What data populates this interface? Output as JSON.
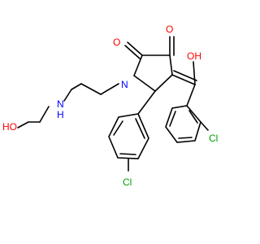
{
  "structure": {
    "atom_labels": {
      "carbonyl_o_top": "O",
      "carbonyl_o_left": "O",
      "hydroxyl_enol": "OH",
      "ring_nitrogen": "N",
      "amine_nh": "N",
      "amine_h": "H",
      "hydroxyl_chain": "HO",
      "chlorine_right": "Cl",
      "chlorine_bottom": "Cl"
    },
    "colors": {
      "bond": "#000000",
      "oxygen": "#ff0000",
      "nitrogen": "#0000ff",
      "chlorine": "#00a000"
    }
  }
}
